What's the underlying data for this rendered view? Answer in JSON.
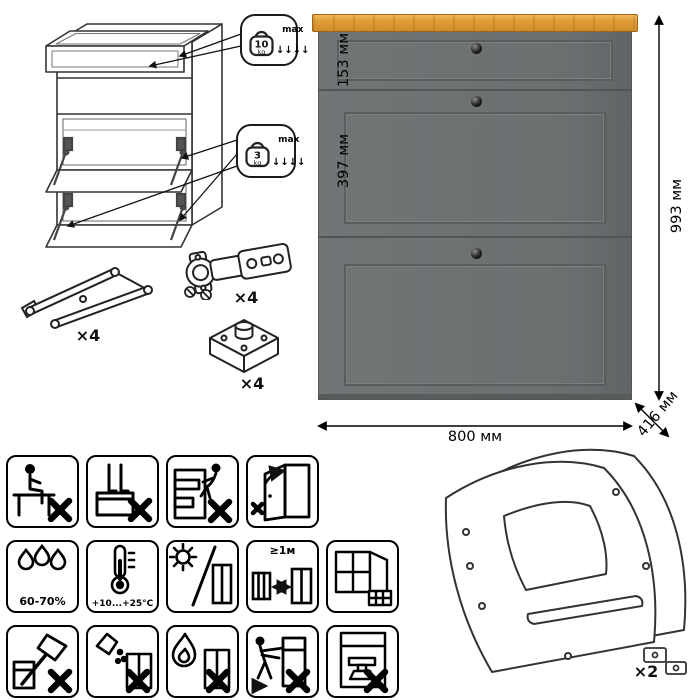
{
  "callouts": {
    "drawer_load": {
      "value": "10",
      "unit": "kg",
      "max_label": "max",
      "arrows": "↓↓↓↓"
    },
    "flap_load": {
      "value": "3",
      "unit": "kg",
      "max_label": "max",
      "arrows": "↓↓↓↓"
    }
  },
  "hardware": {
    "stay_count": "×4",
    "hinge_count": "×4",
    "foot_count": "×4",
    "side_panel_count": "×2"
  },
  "dimensions": {
    "drawer_front_height": "153 мм",
    "middle_front_height": "397 мм",
    "total_height": "993 мм",
    "width": "800 мм",
    "depth": "416 мм"
  },
  "care": {
    "humidity_range": "60-70%",
    "temperature_range": "+10...+25°C",
    "heat_min_distance": "≥1м"
  },
  "warning_icons": [
    "no-sitting-icon",
    "no-standing-icon",
    "no-climbing-icon",
    "door-caution-icon",
    "humidity-icon",
    "temperature-icon",
    "no-sunlight-icon",
    "heat-distance-icon",
    "ventilation-icon",
    "no-sharp-tools-icon",
    "no-spill-icon",
    "no-open-flame-icon",
    "no-dragging-icon",
    "no-overload-icon"
  ]
}
